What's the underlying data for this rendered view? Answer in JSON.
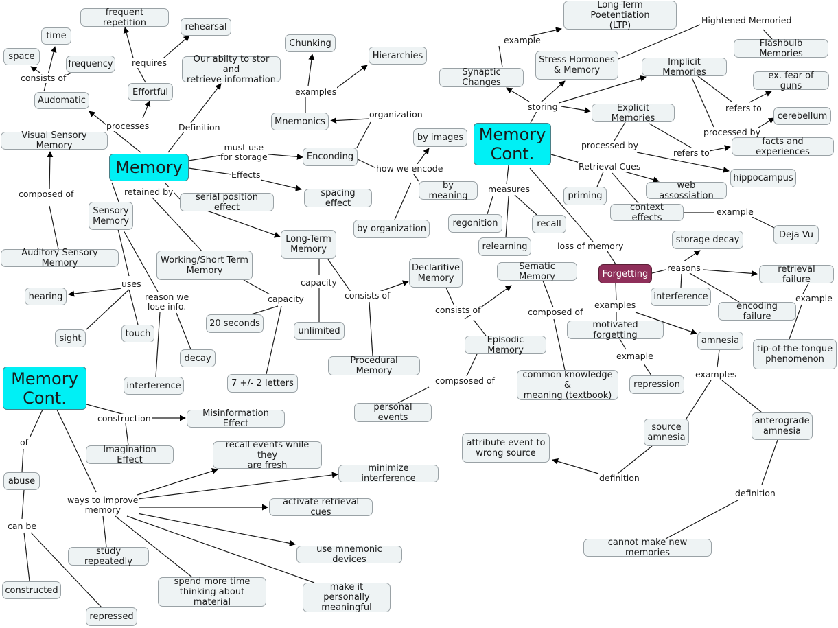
{
  "title": "Memory",
  "nodes": {
    "memory": "Memory",
    "memory_cont_1": "Memory\nCont.",
    "memory_cont_2": "Memory\nCont.",
    "time": "time",
    "space": "space",
    "frequency": "frequency",
    "automatic": "Audomatic",
    "frequent_repetition": "frequent repetition",
    "rehearsal": "rehearsal",
    "effortful": "Effortful",
    "definition_text": "Our abilty to stor and\nretrieve information",
    "visual_sensory": "Visual Sensory Memory",
    "auditory_sensory": "Auditory Sensory Memory",
    "sensory_memory": "Sensory\nMemory",
    "serial_position": "serial position effect",
    "spacing_effect": "spacing effect",
    "hearing": "hearing",
    "sight": "sight",
    "touch": "touch",
    "decay": "decay",
    "interference_1": "interference",
    "working_memory": "Working/Short Term\nMemory",
    "twenty_seconds": "20 seconds",
    "seven_letters": "7 +/- 2 letters",
    "chunking": "Chunking",
    "hierarchies": "Hierarchies",
    "mnemonics": "Mnemonics",
    "encoding": "Enconding",
    "by_images": "by images",
    "by_meaning": "by meaning",
    "by_organization": "by organization",
    "long_term": "Long-Term\nMemory",
    "unlimited": "unlimited",
    "procedural": "Procedural Memory",
    "declarative": "Declaritive\nMemory",
    "episodic": "Episodic Memory",
    "semantic": "Sematic Memory",
    "personal_events": "personal events",
    "common_knowledge": "common knowledge &\nmeaning (textbook)",
    "ltp": "Long-Term Poetentiation\n(LTP)",
    "stress_hormones": "Stress Hormones\n& Memory",
    "synaptic_changes": "Synaptic Changes",
    "flashbulb": "Flashbulb Memories",
    "implicit": "Implicit Memories",
    "explicit": "Explicit Memories",
    "fear_of_guns": "ex. fear of guns",
    "cerebellum": "cerebellum",
    "facts_experiences": "facts and experiences",
    "hippocampus": "hippocampus",
    "web_association": "web assossiation",
    "priming": "priming",
    "context_effects": "context effects",
    "deja_vu": "Deja Vu",
    "recognition": "regonition",
    "recall": "recall",
    "relearning": "relearning",
    "forgetting": "Forgetting",
    "storage_decay": "storage decay",
    "interference_2": "interference",
    "encoding_failure": "encoding failure",
    "retrieval_failure": "retrieval failure",
    "tip_of_tongue": "tip-of-the-tongue\nphenomenon",
    "motivated_forgetting": "motivated forgetting",
    "repression": "repression",
    "amnesia": "amnesia",
    "source_amnesia": "source\namnesia",
    "anterograde": "anterograde\namnesia",
    "attribute_event": "attribute event to\nwrong source",
    "cannot_make": "cannot make new memories",
    "misinformation": "Misinformation Effect",
    "imagination": "Imagination Effect",
    "abuse": "abuse",
    "constructed": "constructed",
    "repressed": "repressed",
    "recall_fresh": "recall events while they\nare fresh",
    "minimize_interference": "minimize interference",
    "activate_cues": "activate retrieval cues",
    "use_mnemonic": "use mnemonic devices",
    "study_repeatedly": "study repeatedly",
    "spend_time": "spend more time\nthinking about material",
    "personally_meaningful": "make it personally\nmeaningful"
  },
  "labels": {
    "consists_of_1": "consists of",
    "requires": "requires",
    "processes": "processes",
    "definition_1": "Definition",
    "must_use": "must use\nfor storage",
    "effects": "Effects",
    "retained_by": "retained by",
    "composed_of_1": "composed of",
    "uses": "uses",
    "reason_lose": "reason we\nlose info.",
    "capacity_1": "capacity",
    "capacity_2": "capacity",
    "examples_1": "examples",
    "organization": "organization",
    "how_encode": "how we encode",
    "consists_of_2": "consists of",
    "consists_of_3": "consists of",
    "composed_of_2": "composed of",
    "compsosed_of": "compsosed of",
    "example_1": "example",
    "hightened": "Hightened Memoried",
    "storing": "storing",
    "refers_to_1": "refers to",
    "processed_by_1": "processed by",
    "processed_by_2": "processed by",
    "refers_to_2": "refers to",
    "retrieval_cues": "Retrieval Cues",
    "measures": "measures",
    "example_2": "example",
    "loss_of_memory": "loss of memory",
    "reasons": "reasons",
    "example_3": "example",
    "examples_2": "examples",
    "exmaple": "exmaple",
    "examples_3": "examples",
    "definition_2": "definition",
    "definition_3": "definition",
    "construction": "construction",
    "of": "of",
    "can_be": "can be",
    "ways_improve": "ways to improve\nmemory"
  }
}
